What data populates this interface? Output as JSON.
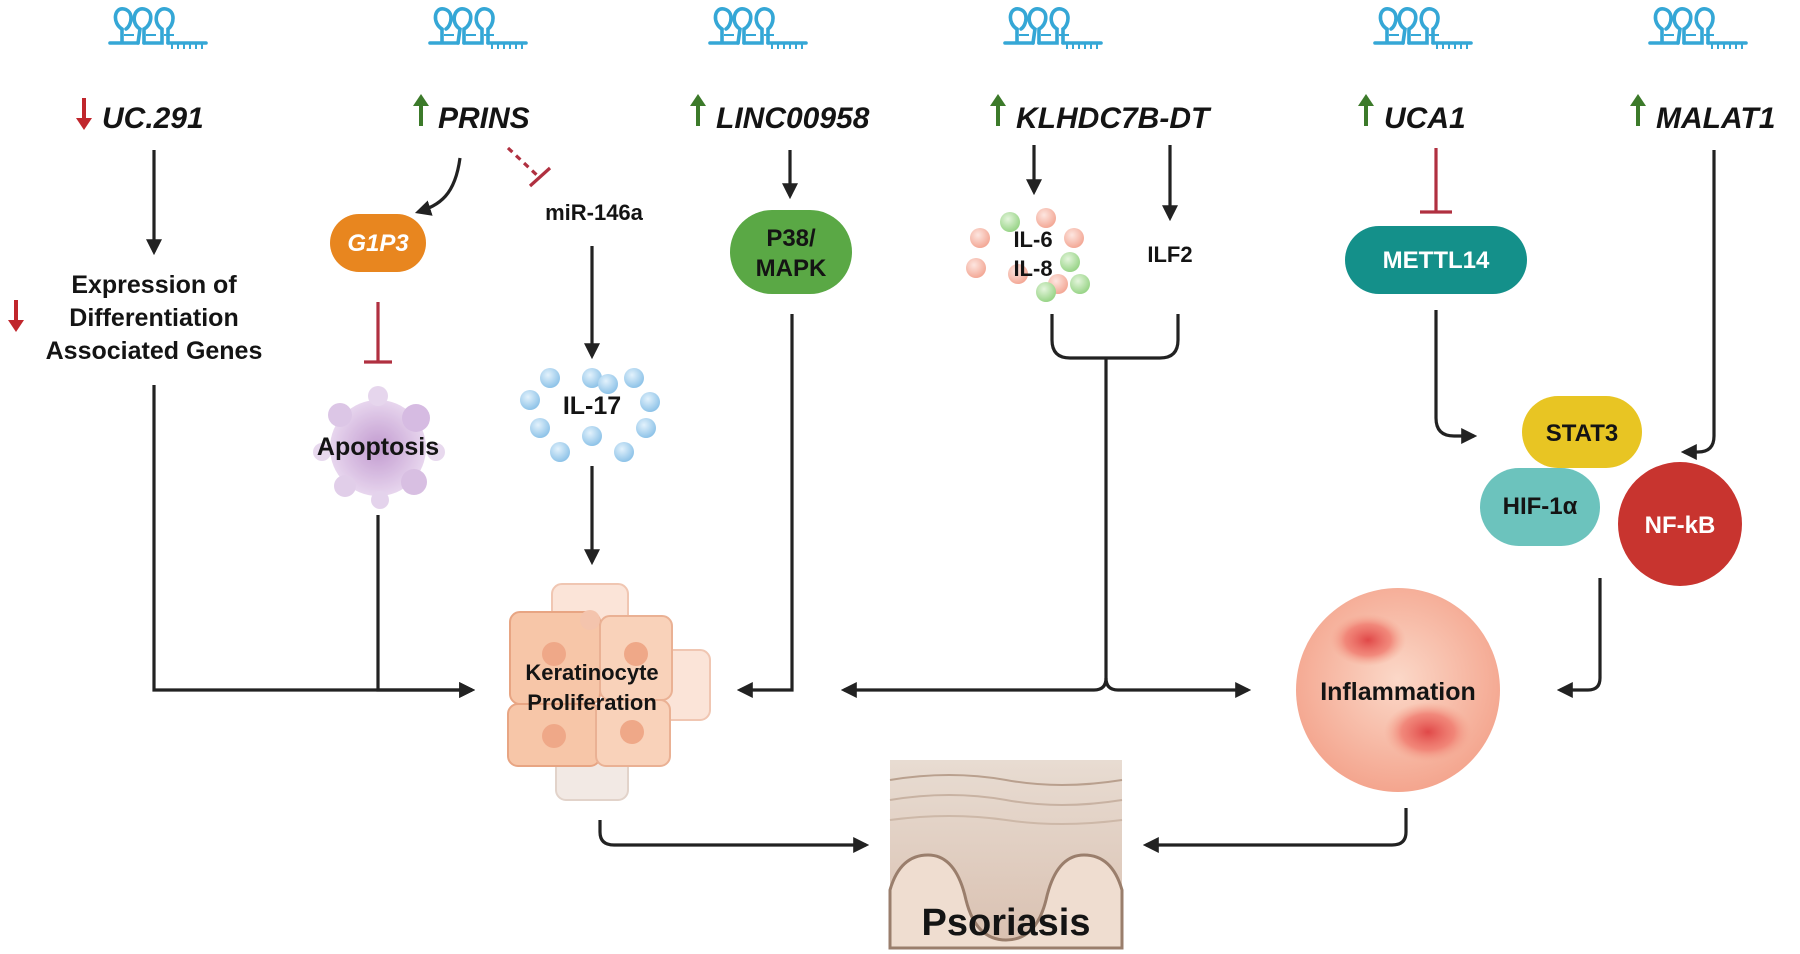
{
  "lncrnas": [
    {
      "id": "uc291",
      "name": "UC.291",
      "direction": "down"
    },
    {
      "id": "prins",
      "name": "PRINS",
      "direction": "up"
    },
    {
      "id": "linc00958",
      "name": "LINC00958",
      "direction": "up"
    },
    {
      "id": "klhdc7b",
      "name": "KLHDC7B-DT",
      "direction": "up"
    },
    {
      "id": "uca1",
      "name": "UCA1",
      "direction": "up"
    },
    {
      "id": "malat1",
      "name": "MALAT1",
      "direction": "up"
    }
  ],
  "nodes": {
    "expression_line1": "Expression of",
    "expression_line2": "Differentiation",
    "expression_line3": "Associated Genes",
    "g1p3": "G1P3",
    "mir146a": "miR-146a",
    "apoptosis": "Apoptosis",
    "il17": "IL-17",
    "p38_line1": "P38/",
    "p38_line2": "MAPK",
    "il6": "IL-6",
    "il8": "IL-8",
    "ilf2": "ILF2",
    "mettl14": "METTL14",
    "stat3": "STAT3",
    "hif1a": "HIF-1α",
    "nfkb": "NF-kB",
    "keratinocyte_line1": "Keratinocyte",
    "keratinocyte_line2": "Proliferation",
    "inflammation": "Inflammation",
    "psoriasis": "Psoriasis"
  },
  "colors": {
    "up_arrow": "#3c7a2a",
    "down_arrow": "#c0262c",
    "inhibition": "#b03040",
    "g1p3": "#e8861f",
    "p38": "#5aa845",
    "mettl14": "#14908a",
    "stat3": "#e8c523",
    "hif1a": "#6cc3bd",
    "nfkb": "#c8342f",
    "hairpin": "#35a7d6"
  }
}
